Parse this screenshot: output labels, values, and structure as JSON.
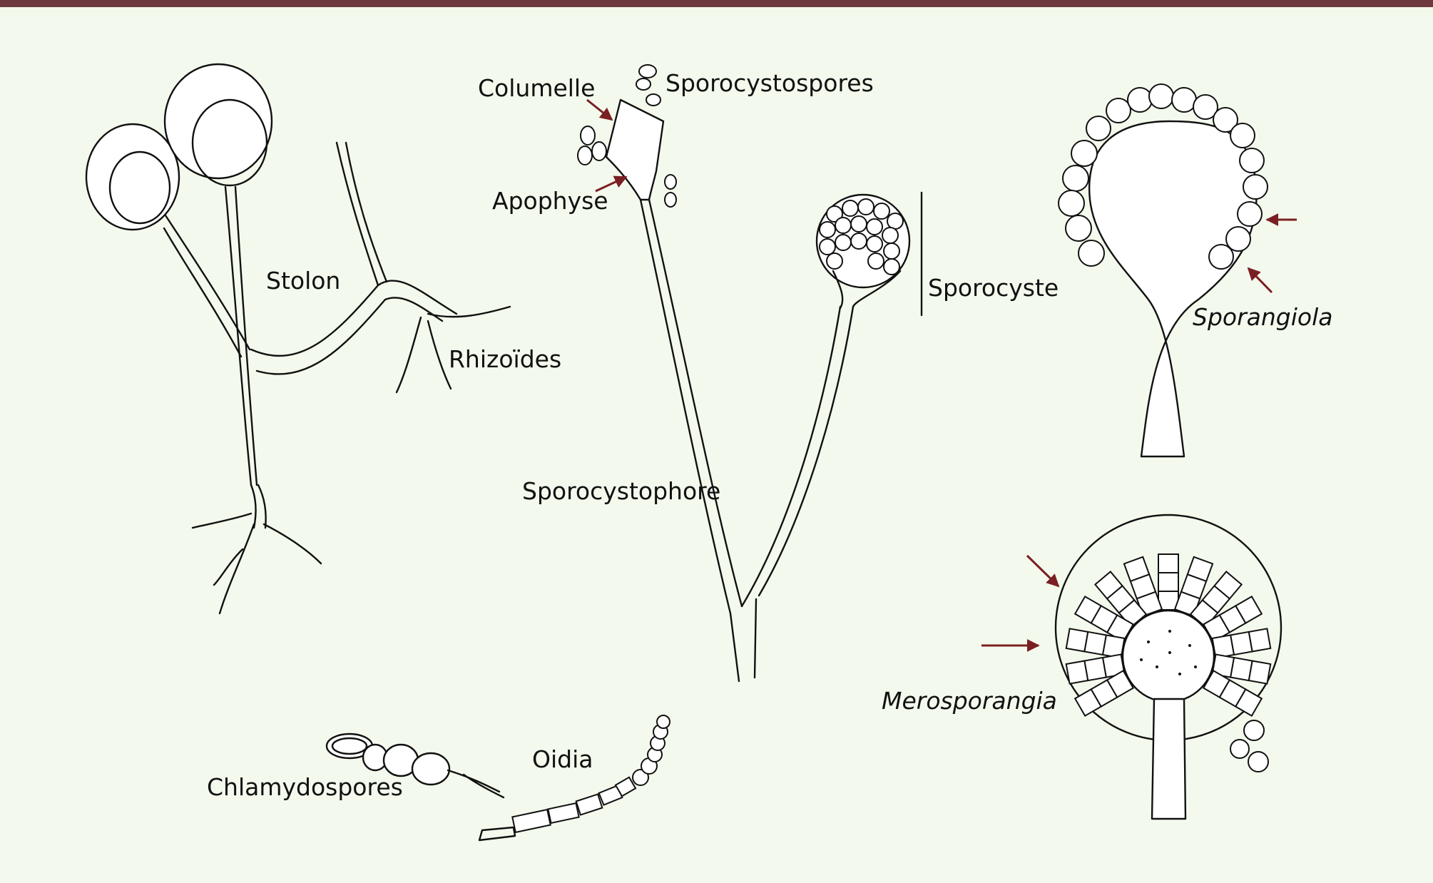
{
  "colors": {
    "background": "#f3f9ec",
    "top_bar": "#6e3a40",
    "arrow": "#7a1f22",
    "ink": "#111111"
  },
  "labels": {
    "stolon": "Stolon",
    "rhizoides": "Rhizoïdes",
    "columelle": "Columelle",
    "sporocystospores": "Sporocystospores",
    "apophyse": "Apophyse",
    "sporocyste": "Sporocyste",
    "sporocystophore": "Sporocystophore",
    "sporangiola": "Sporangiola",
    "merosporangia": "Merosporangia",
    "oidia": "Oidia",
    "chlamydospores": "Chlamydospores"
  }
}
